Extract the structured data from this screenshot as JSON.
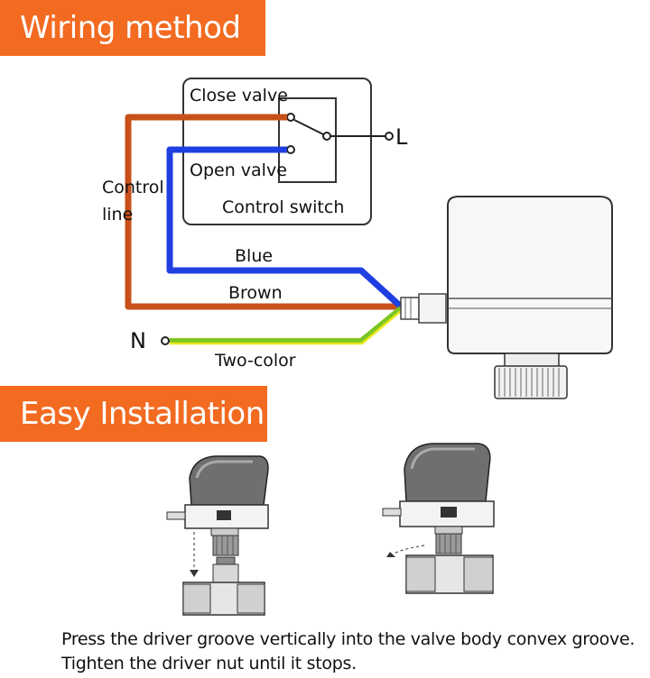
{
  "sections": {
    "wiring": {
      "title": "Wiring method"
    },
    "installation": {
      "title": "Easy Installation"
    }
  },
  "wiring": {
    "close_valve": "Close valve",
    "open_valve": "Open valve",
    "control_switch": "Control switch",
    "terminal_l": "L",
    "terminal_n": "N",
    "control_line_1": "Control",
    "control_line_2": "line",
    "wire_blue": "Blue",
    "wire_brown": "Brown",
    "wire_two_color": "Two-color"
  },
  "installation": {
    "caption": "Press the driver groove vertically into the valve body convex groove. Tighten the driver nut until it stops."
  },
  "colors": {
    "accent": "#f26b21",
    "brown_wire": "#c8501a",
    "blue_wire": "#1f3fe0",
    "two_color_green": "#7cc623",
    "two_color_yellow": "#e8e81a"
  }
}
